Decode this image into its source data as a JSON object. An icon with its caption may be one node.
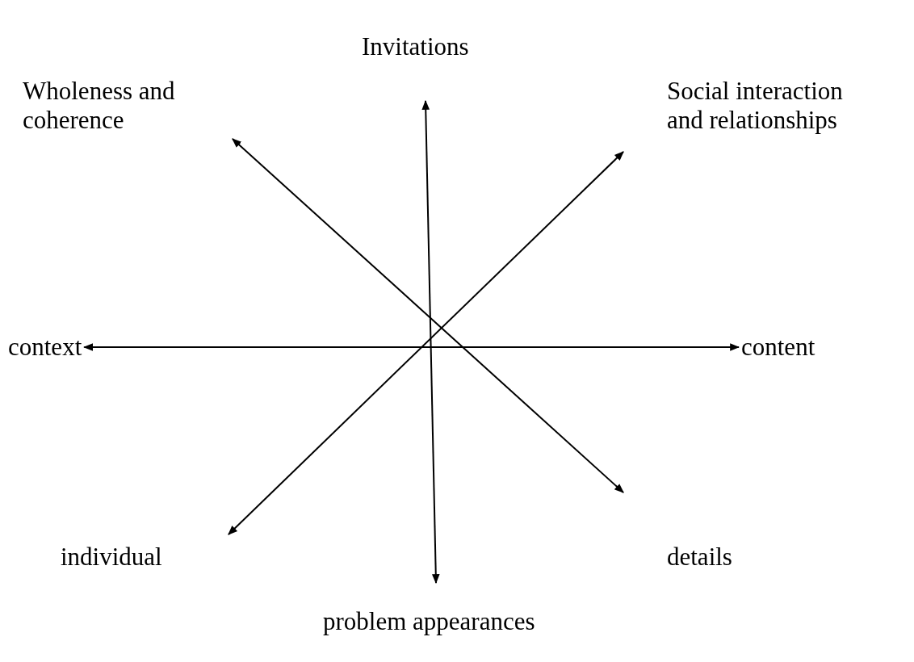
{
  "diagram": {
    "nodes": [
      {
        "text": [
          "Invitations"
        ]
      },
      {
        "text": [
          "Wholeness and coherence"
        ]
      },
      {
        "text": [
          "Social interaction and relationships"
        ]
      },
      {
        "text": [
          "context"
        ]
      },
      {
        "text": [
          "content"
        ]
      },
      {
        "text": [
          "individual"
        ]
      },
      {
        "text": [
          "details"
        ]
      },
      {
        "text": [
          "problem appearances"
        ]
      }
    ],
    "edges": [
      {
        "from": 0,
        "to": 7,
        "arrow": "both"
      },
      {
        "from": 1,
        "to": 6,
        "arrow": "both"
      },
      {
        "from": 2,
        "to": 5,
        "arrow": "both"
      },
      {
        "from": 3,
        "to": 4,
        "arrow": "both"
      }
    ]
  }
}
